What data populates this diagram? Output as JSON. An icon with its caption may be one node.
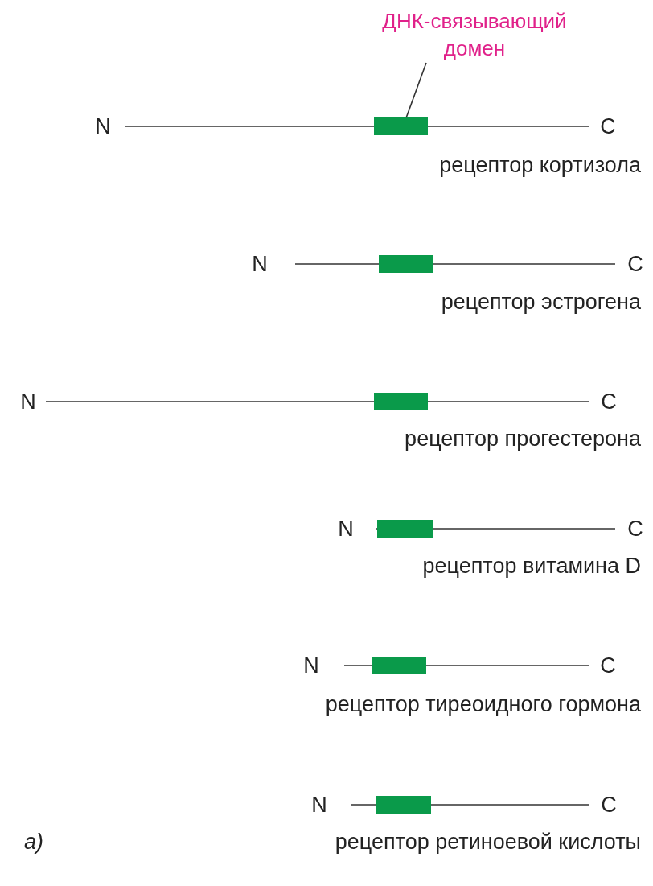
{
  "diagram": {
    "nodes": [
      {
        "text": [
          "ДНК-связывающий домен"
        ]
      },
      {
        "text": [],
        "shape": "bar"
      },
      {
        "text": [],
        "shape": "bar"
      },
      {
        "text": [],
        "shape": "bar"
      },
      {
        "text": [],
        "shape": "bar"
      },
      {
        "text": [],
        "shape": "bar"
      },
      {
        "text": [],
        "shape": "bar"
      }
    ],
    "edges": [
      {
        "from": 0,
        "to": 1,
        "arrow": "none"
      }
    ],
    "labels": [
      "N",
      "C",
      "рецептор кортизола",
      "N",
      "C",
      "рецептор эстрогена",
      "N",
      "C",
      "рецептор прогестерона",
      "N",
      "C",
      "рецептор витамина D",
      "N",
      "C",
      "рецептор тиреоидного гормона",
      "N",
      "C",
      "а)",
      "рецептор ретиноевой кислоты"
    ]
  }
}
